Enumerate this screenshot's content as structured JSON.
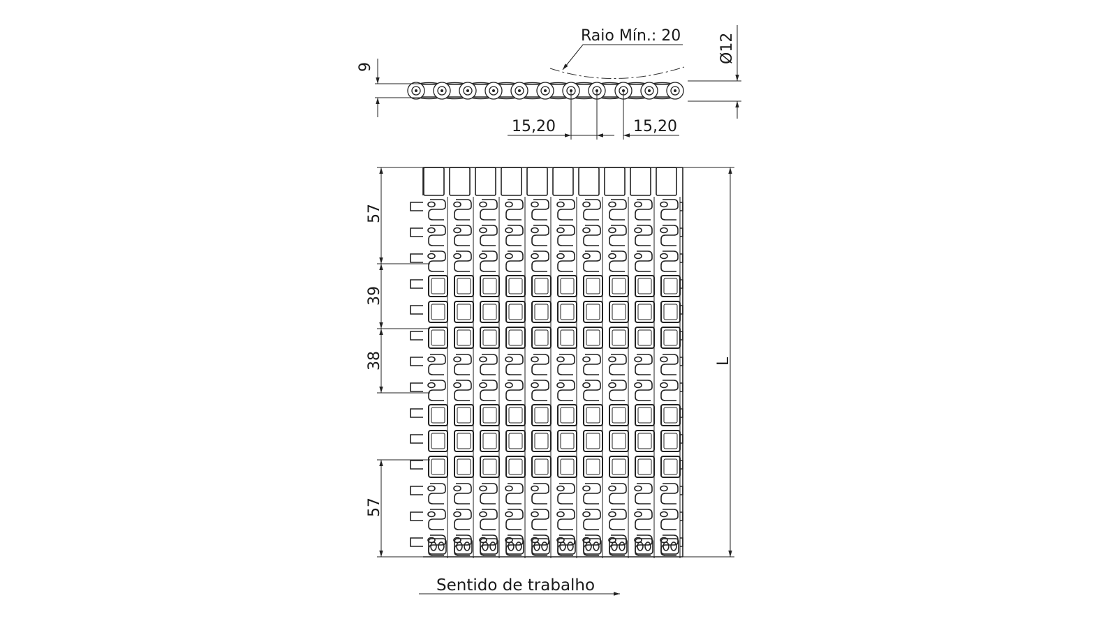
{
  "diagram": {
    "side_view": {
      "radius_label": "Raio Mín.: 20",
      "height_label": "9",
      "diameter_label": "Ø12",
      "pitch_left_label": "15,20",
      "pitch_right_label": "15,20"
    },
    "plan_view": {
      "dim_top_label": "57",
      "dim_mid1_label": "39",
      "dim_mid2_label": "38",
      "dim_bottom_label": "57",
      "length_label": "L"
    },
    "direction_label": "Sentido de trabalho"
  }
}
